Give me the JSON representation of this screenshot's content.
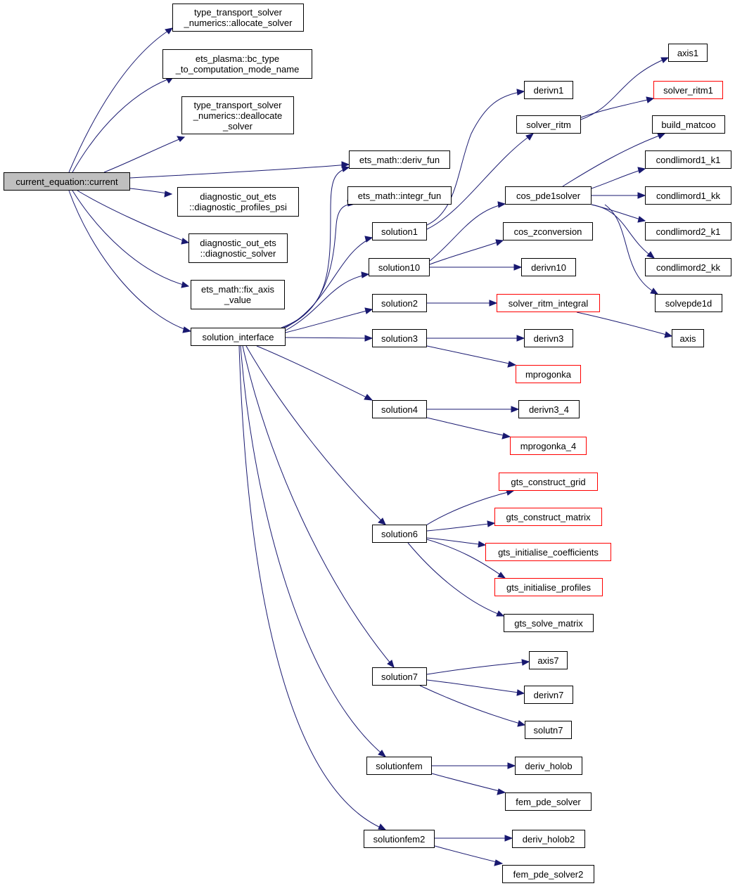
{
  "colors": {
    "edge": "#191970",
    "external_border": "#ff0000",
    "root_fill": "#bfbfbf"
  },
  "nodes": {
    "root": "current_equation::current",
    "allocate_solver": "type_transport_solver\n_numerics::allocate_solver",
    "bc_type": "ets_plasma::bc_type\n_to_computation_mode_name",
    "deallocate_solver": "type_transport_solver\n_numerics::deallocate\n_solver",
    "deriv_fun": "ets_math::deriv_fun",
    "integr_fun": "ets_math::integr_fun",
    "diag_profiles": "diagnostic_out_ets\n::diagnostic_profiles_psi",
    "diag_solver": "diagnostic_out_ets\n::diagnostic_solver",
    "fix_axis": "ets_math::fix_axis\n_value",
    "solution_interface": "solution_interface",
    "solution1": "solution1",
    "solution10": "solution10",
    "solution2": "solution2",
    "solution3": "solution3",
    "solution4": "solution4",
    "solution6": "solution6",
    "solution7": "solution7",
    "solutionfem": "solutionfem",
    "solutionfem2": "solutionfem2",
    "derivn1": "derivn1",
    "solver_ritm": "solver_ritm",
    "axis1": "axis1",
    "solver_ritm1": "solver_ritm1",
    "build_matcoo": "build_matcoo",
    "cos_pde1solver": "cos_pde1solver",
    "condlimord1_k1": "condlimord1_k1",
    "condlimord1_kk": "condlimord1_kk",
    "condlimord2_k1": "condlimord2_k1",
    "condlimord2_kk": "condlimord2_kk",
    "solvepde1d": "solvepde1d",
    "cos_zconversion": "cos_zconversion",
    "derivn10": "derivn10",
    "solver_ritm_integral": "solver_ritm_integral",
    "axis": "axis",
    "derivn3": "derivn3",
    "mprogonka": "mprogonka",
    "derivn3_4": "derivn3_4",
    "mprogonka_4": "mprogonka_4",
    "gts_construct_grid": "gts_construct_grid",
    "gts_construct_matrix": "gts_construct_matrix",
    "gts_initialise_coefficients": "gts_initialise_coefficients",
    "gts_initialise_profiles": "gts_initialise_profiles",
    "gts_solve_matrix": "gts_solve_matrix",
    "axis7": "axis7",
    "derivn7": "derivn7",
    "solutn7": "solutn7",
    "deriv_holob": "deriv_holob",
    "fem_pde_solver": "fem_pde_solver",
    "deriv_holob2": "deriv_holob2",
    "fem_pde_solver2": "fem_pde_solver2"
  },
  "external_nodes": [
    "solver_ritm1",
    "solver_ritm_integral",
    "mprogonka",
    "mprogonka_4",
    "gts_construct_grid",
    "gts_construct_matrix",
    "gts_initialise_coefficients",
    "gts_initialise_profiles"
  ],
  "edges": [
    [
      "root",
      "allocate_solver"
    ],
    [
      "root",
      "bc_type"
    ],
    [
      "root",
      "deallocate_solver"
    ],
    [
      "root",
      "deriv_fun"
    ],
    [
      "root",
      "diag_profiles"
    ],
    [
      "root",
      "diag_solver"
    ],
    [
      "root",
      "fix_axis"
    ],
    [
      "root",
      "solution_interface"
    ],
    [
      "solution_interface",
      "deriv_fun"
    ],
    [
      "solution_interface",
      "integr_fun"
    ],
    [
      "solution_interface",
      "solution1"
    ],
    [
      "solution_interface",
      "solution10"
    ],
    [
      "solution_interface",
      "solution2"
    ],
    [
      "solution_interface",
      "solution3"
    ],
    [
      "solution_interface",
      "solution4"
    ],
    [
      "solution_interface",
      "solution6"
    ],
    [
      "solution_interface",
      "solution7"
    ],
    [
      "solution_interface",
      "solutionfem"
    ],
    [
      "solution_interface",
      "solutionfem2"
    ],
    [
      "solution1",
      "derivn1"
    ],
    [
      "solution1",
      "solver_ritm"
    ],
    [
      "solver_ritm",
      "axis1"
    ],
    [
      "solver_ritm",
      "solver_ritm1"
    ],
    [
      "solution10",
      "cos_pde1solver"
    ],
    [
      "solution10",
      "cos_zconversion"
    ],
    [
      "solution10",
      "derivn10"
    ],
    [
      "cos_pde1solver",
      "build_matcoo"
    ],
    [
      "cos_pde1solver",
      "condlimord1_k1"
    ],
    [
      "cos_pde1solver",
      "condlimord1_kk"
    ],
    [
      "cos_pde1solver",
      "condlimord2_k1"
    ],
    [
      "cos_pde1solver",
      "condlimord2_kk"
    ],
    [
      "cos_pde1solver",
      "solvepde1d"
    ],
    [
      "solution2",
      "solver_ritm_integral"
    ],
    [
      "solver_ritm_integral",
      "axis"
    ],
    [
      "solution3",
      "derivn3"
    ],
    [
      "solution3",
      "mprogonka"
    ],
    [
      "solution4",
      "derivn3_4"
    ],
    [
      "solution4",
      "mprogonka_4"
    ],
    [
      "solution6",
      "gts_construct_grid"
    ],
    [
      "solution6",
      "gts_construct_matrix"
    ],
    [
      "solution6",
      "gts_initialise_coefficients"
    ],
    [
      "solution6",
      "gts_initialise_profiles"
    ],
    [
      "solution6",
      "gts_solve_matrix"
    ],
    [
      "solution7",
      "axis7"
    ],
    [
      "solution7",
      "derivn7"
    ],
    [
      "solution7",
      "solutn7"
    ],
    [
      "solutionfem",
      "deriv_holob"
    ],
    [
      "solutionfem",
      "fem_pde_solver"
    ],
    [
      "solutionfem2",
      "deriv_holob2"
    ],
    [
      "solutionfem2",
      "fem_pde_solver2"
    ]
  ]
}
